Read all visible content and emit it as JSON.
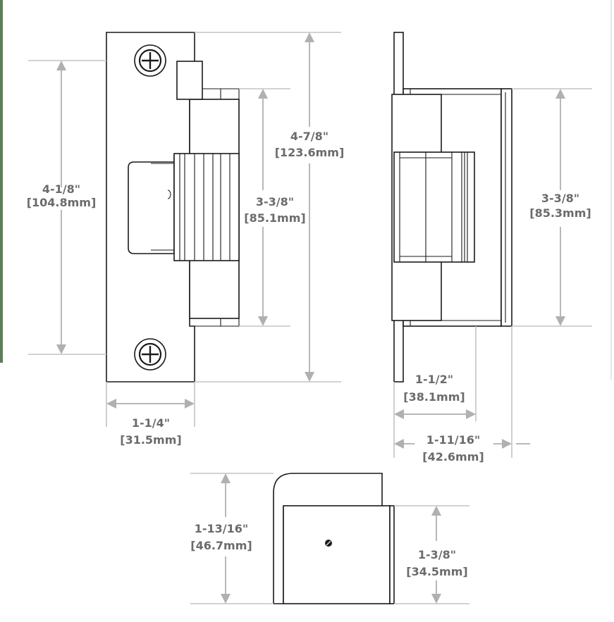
{
  "dimensions": {
    "front_height_outer": {
      "in": "4-7/8\"",
      "mm": "[123.6mm]"
    },
    "front_screw_spacing": {
      "in": "4-1/8\"",
      "mm": "[104.8mm]"
    },
    "front_body_height": {
      "in": "3-3/8\"",
      "mm": "[85.1mm]"
    },
    "front_faceplate_width": {
      "in": "1-1/4\"",
      "mm": "[31.5mm]"
    },
    "side_body_height": {
      "in": "3-3/8\"",
      "mm": "[85.3mm]"
    },
    "side_body_depth": {
      "in": "1-1/2\"",
      "mm": "[38.1mm]"
    },
    "side_total_depth": {
      "in": "1-11/16\"",
      "mm": "[42.6mm]"
    },
    "bottom_total_height": {
      "in": "1-13/16\"",
      "mm": "[46.7mm]"
    },
    "bottom_body_height": {
      "in": "1-3/8\"",
      "mm": "[34.5mm]"
    }
  },
  "colors": {
    "left_accent": "#5e7d5a",
    "dimension_text": "#6b6b6b",
    "dimension_line": "#b8b8b8",
    "part_outline": "#1a1a1a"
  }
}
